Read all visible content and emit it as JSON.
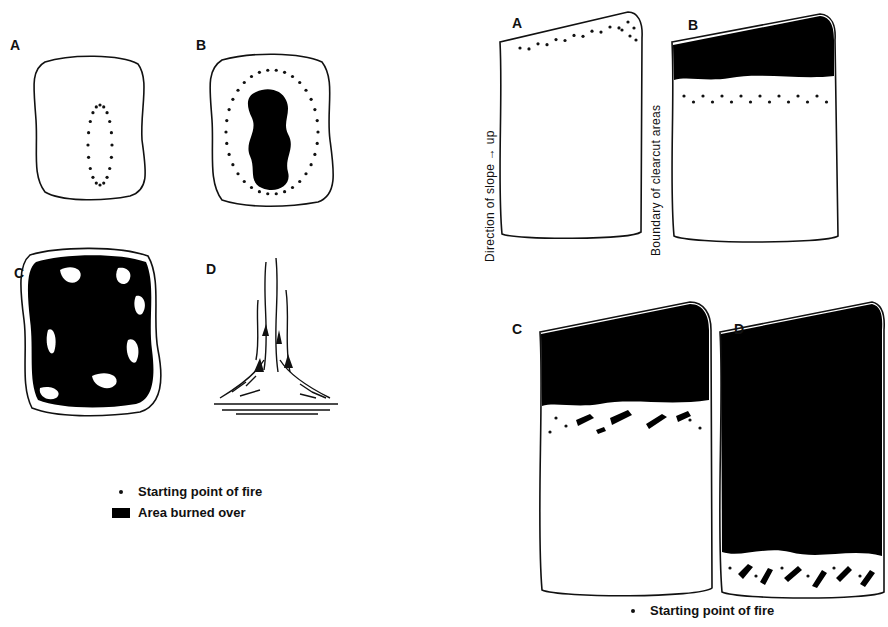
{
  "diagram": {
    "labels": [
      "A",
      "B",
      "C",
      "D",
      "A",
      "B",
      "C",
      "D",
      "Direction of slope → up",
      "Boundary of clearcut areas"
    ],
    "legend": [
      {
        "text": "Starting point of fire"
      },
      {
        "text": "Area burned over",
        "color": "#000000"
      },
      {
        "text": "Starting point of fire"
      }
    ]
  }
}
